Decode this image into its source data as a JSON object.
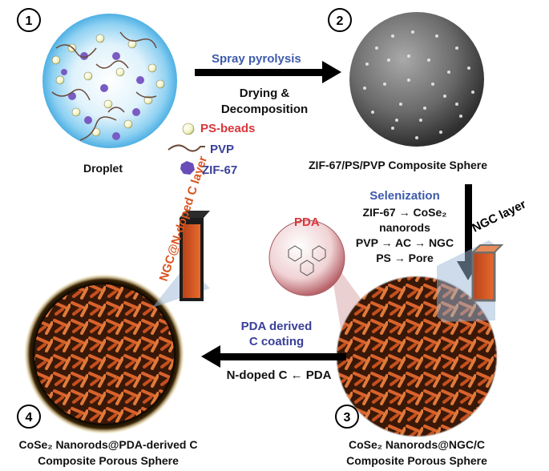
{
  "step_numbers": [
    "1",
    "2",
    "3",
    "4"
  ],
  "step1": {
    "caption": "Droplet",
    "legend": [
      {
        "label": "PS-beads",
        "color": "#d8363b",
        "icon": "ps-bead-icon"
      },
      {
        "label": "PVP",
        "color": "#3a3f9a",
        "icon": "pvp-chain-icon"
      },
      {
        "label": "ZIF-67",
        "color": "#3a3f9a",
        "icon": "zif67-particle-icon"
      }
    ]
  },
  "arrow_1_2": {
    "top_label": "Spray pyrolysis",
    "bottom_line1": "Drying &",
    "bottom_line2": "Decomposition"
  },
  "step2": {
    "caption": "ZIF-67/PS/PVP Composite Sphere"
  },
  "arrow_2_3": {
    "title": "Selenization",
    "line1": "ZIF-67 → CoSe₂",
    "line2": "nanorods",
    "line3": "PVP → AC → NGC",
    "line4": "PS → Pore"
  },
  "pda_label": "PDA",
  "ngc_layer_label": "NGC layer",
  "ngc_ndoped_label": "NGC@N-doped C layer",
  "arrow_3_4": {
    "title_line1": "PDA derived",
    "title_line2": "C coating",
    "bottom": "N-doped C ← PDA"
  },
  "step3": {
    "caption_line1": "CoSe₂ Nanorods@NGC/C",
    "caption_line2": "Composite Porous Sphere"
  },
  "step4": {
    "caption_line1": "CoSe₂ Nanorods@PDA-derived C",
    "caption_line2": "Composite Porous Sphere"
  },
  "colors": {
    "accent_blue": "#3d5bab",
    "accent_red": "#d8363b",
    "rod_orange": "#d2541f",
    "droplet_blue": "#7cc8ee"
  }
}
